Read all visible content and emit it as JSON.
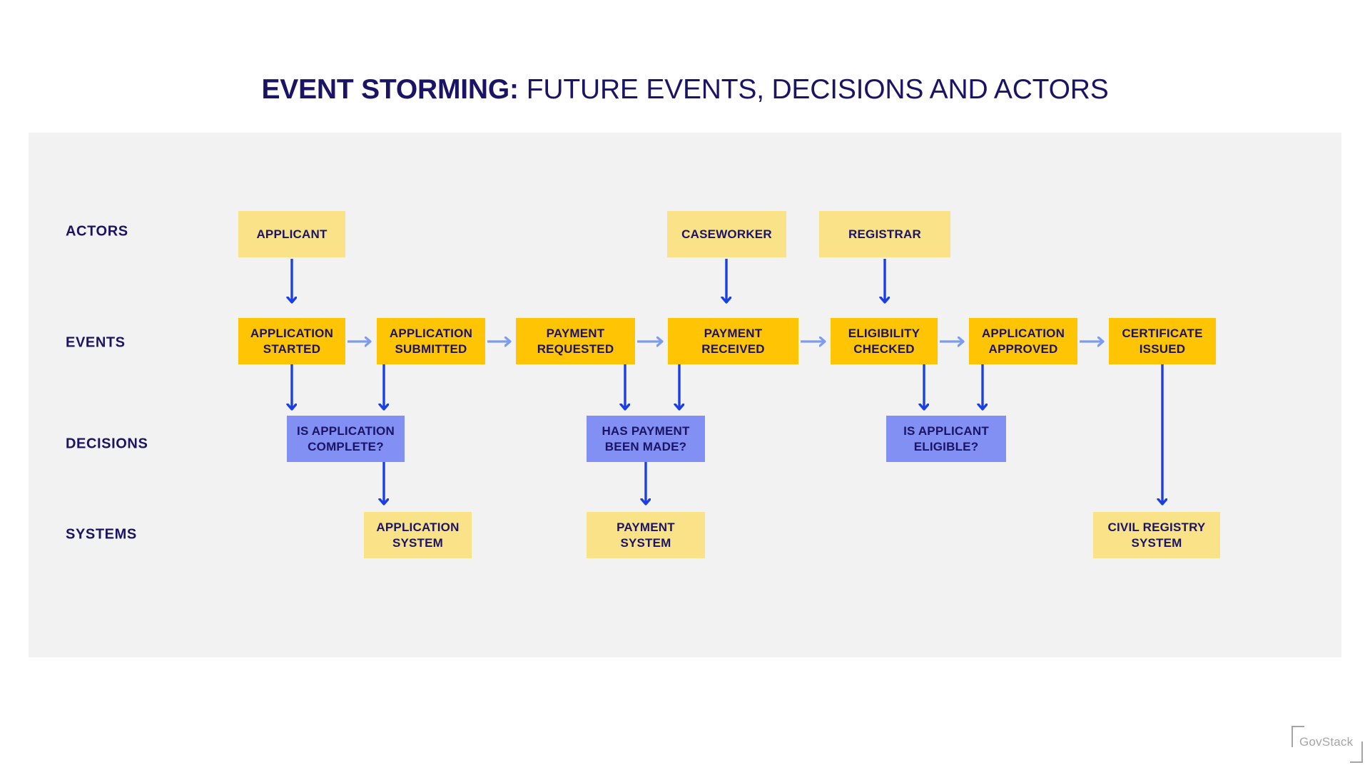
{
  "title": {
    "emphasis": "EVENT STORMING:",
    "rest": "FUTURE EVENTS, DECISIONS AND ACTORS"
  },
  "lanes": [
    {
      "label": "ACTORS"
    },
    {
      "label": "EVENTS"
    },
    {
      "label": "DECISIONS"
    },
    {
      "label": "SYSTEMS"
    }
  ],
  "actors": [
    {
      "label": "APPLICANT"
    },
    {
      "label": "CASEWORKER"
    },
    {
      "label": "REGISTRAR"
    }
  ],
  "events": [
    {
      "label": "APPLICATION STARTED"
    },
    {
      "label": "APPLICATION SUBMITTED"
    },
    {
      "label": "PAYMENT REQUESTED"
    },
    {
      "label": "PAYMENT RECEIVED"
    },
    {
      "label": "ELIGIBILITY CHECKED"
    },
    {
      "label": "APPLICATION APPROVED"
    },
    {
      "label": "CERTIFICATE ISSUED"
    }
  ],
  "decisions": [
    {
      "label": "IS APPLICATION COMPLETE?"
    },
    {
      "label": "HAS PAYMENT BEEN MADE?"
    },
    {
      "label": "IS APPLICANT ELIGIBLE?"
    }
  ],
  "systems": [
    {
      "label": "APPLICATION SYSTEM"
    },
    {
      "label": "PAYMENT SYSTEM"
    },
    {
      "label": "CIVIL REGISTRY SYSTEM"
    }
  ],
  "colors": {
    "navy": "#1B1464",
    "amber": "#FFC403",
    "light_yellow": "#FAE289",
    "periwinkle": "#8190F2",
    "arrow_dark": "#1B3FE3",
    "arrow_light": "#7E9CEF",
    "panel_gray": "#F2F2F3",
    "logo_gray": "#A5A5A8"
  },
  "footer": {
    "logo_text": "GovStack"
  }
}
